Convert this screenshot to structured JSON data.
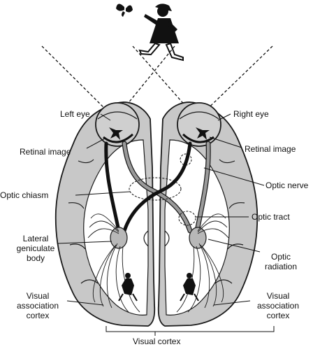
{
  "labels": {
    "left_eye": "Left eye",
    "right_eye": "Right eye",
    "retinal_image_left": "Retinal image",
    "retinal_image_right": "Retinal image",
    "optic_nerve": "Optic nerve",
    "optic_chiasm": "Optic chiasm",
    "optic_tract": "Optic tract",
    "lgb_line1": "Lateral",
    "lgb_line2": "geniculate",
    "lgb_line3": "body",
    "optic_radiation_line1": "Optic",
    "optic_radiation_line2": "radiation",
    "vac_left_line1": "Visual",
    "vac_left_line2": "association",
    "vac_left_line3": "cortex",
    "vac_right_line1": "Visual",
    "vac_right_line2": "association",
    "vac_right_line3": "cortex",
    "visual_cortex": "Visual cortex"
  },
  "colors": {
    "brain_fill": "#c8c8c8",
    "inner_fill": "#ffffff",
    "outline": "#1a1a1a",
    "tract_dark": "#111111",
    "tract_light": "#9a9a9a"
  }
}
